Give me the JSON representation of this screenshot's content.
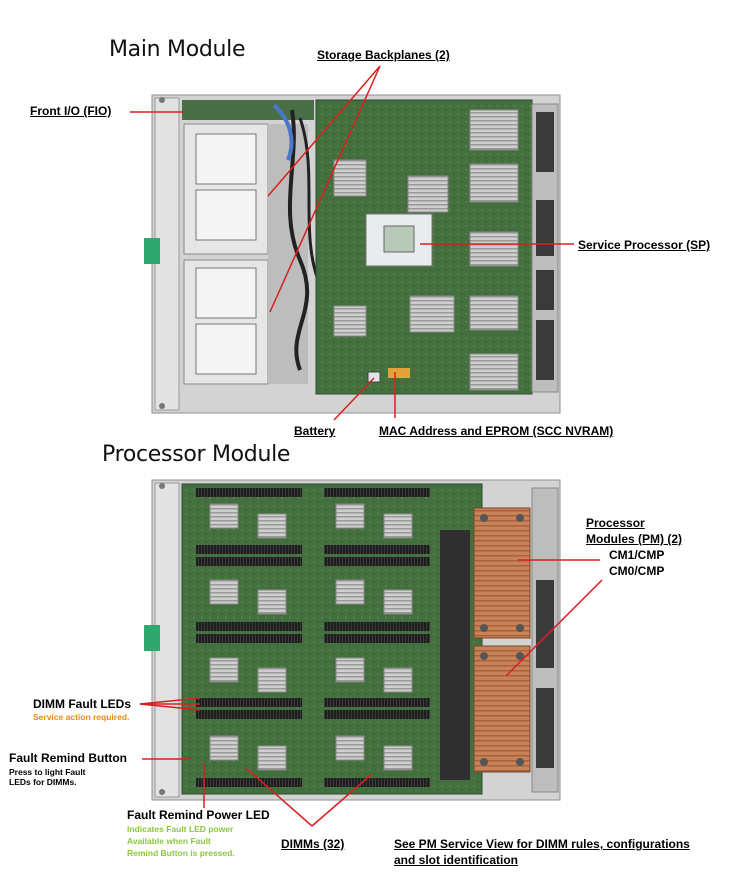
{
  "main_module": {
    "title": "Main Module",
    "labels": {
      "storage_backplanes": "Storage Backplanes (2)",
      "front_io": "Front I/O (FIO)",
      "service_processor": "Service Processor (SP)",
      "battery": "Battery",
      "mac_eprom": "MAC Address and EPROM (SCC NVRAM)"
    }
  },
  "processor_module": {
    "title": "Processor Module",
    "labels": {
      "processor_modules_line1": "Processor",
      "processor_modules_line2": "Modules (PM) (2)",
      "cm1": "CM1/CMP",
      "cm0": "CM0/CMP",
      "dimm_fault_leds": "DIMM Fault LEDs",
      "dimm_fault_leds_note": "Service action required.",
      "fault_remind_button": "Fault Remind Button",
      "fault_remind_button_note_1": "Press to light Fault",
      "fault_remind_button_note_2": "LEDs for DIMMs.",
      "fault_remind_power_led": "Fault Remind Power LED",
      "power_led_note_1": "Indicates Fault LED power",
      "power_led_note_2": "Available when Fault",
      "power_led_note_3": "Remind Button is pressed.",
      "dimms": "DIMMs (32)",
      "pm_service_view_1": "See PM Service View for DIMM rules, configurations",
      "pm_service_view_2": "and slot identification"
    }
  },
  "colors": {
    "callout_line": "#d9201f",
    "board_green": "#3f6d3c",
    "copper": "#c9855e",
    "chassis": "#c8c8c8"
  }
}
